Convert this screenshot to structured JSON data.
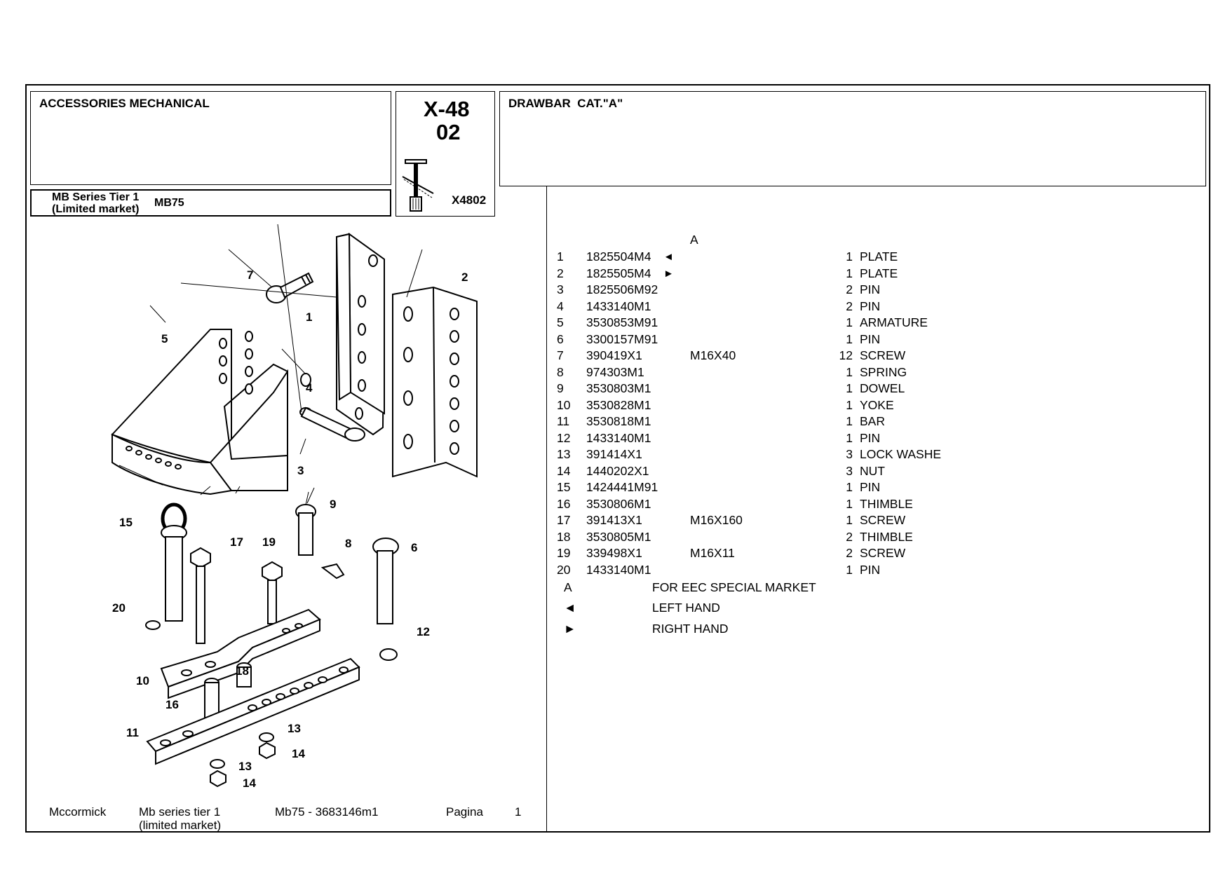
{
  "header": {
    "section_title": "ACCESSORIES MECHANICAL",
    "series_line1": "MB Series Tier 1",
    "series_line2": "(Limited market)",
    "model": "MB75",
    "code_line1": "X-48",
    "code_line2": "02",
    "figure_code": "X4802",
    "group_title": "DRAWBAR  CAT.\"A\""
  },
  "parts_list": {
    "column_marker": "A",
    "rows": [
      {
        "item": "1",
        "part": "1825504M4",
        "mark": "◄",
        "spec": "",
        "qty": "1",
        "desc": "PLATE"
      },
      {
        "item": "2",
        "part": "1825505M4",
        "mark": "►",
        "spec": "",
        "qty": "1",
        "desc": "PLATE"
      },
      {
        "item": "3",
        "part": "1825506M92",
        "mark": "",
        "spec": "",
        "qty": "2",
        "desc": "PIN"
      },
      {
        "item": "4",
        "part": "1433140M1",
        "mark": "",
        "spec": "",
        "qty": "2",
        "desc": "PIN"
      },
      {
        "item": "5",
        "part": "3530853M91",
        "mark": "",
        "spec": "",
        "qty": "1",
        "desc": "ARMATURE"
      },
      {
        "item": "6",
        "part": "3300157M91",
        "mark": "",
        "spec": "",
        "qty": "1",
        "desc": "PIN"
      },
      {
        "item": "7",
        "part": "390419X1",
        "mark": "",
        "spec": "M16X40",
        "qty": "12",
        "desc": "SCREW"
      },
      {
        "item": "8",
        "part": "974303M1",
        "mark": "",
        "spec": "",
        "qty": "1",
        "desc": "SPRING"
      },
      {
        "item": "9",
        "part": "3530803M1",
        "mark": "",
        "spec": "",
        "qty": "1",
        "desc": "DOWEL"
      },
      {
        "item": "10",
        "part": "3530828M1",
        "mark": "",
        "spec": "",
        "qty": "1",
        "desc": "YOKE"
      },
      {
        "item": "11",
        "part": "3530818M1",
        "mark": "",
        "spec": "",
        "qty": "1",
        "desc": "BAR"
      },
      {
        "item": "12",
        "part": "1433140M1",
        "mark": "",
        "spec": "",
        "qty": "1",
        "desc": "PIN"
      },
      {
        "item": "13",
        "part": "391414X1",
        "mark": "",
        "spec": "",
        "qty": "3",
        "desc": "LOCK WASHE"
      },
      {
        "item": "14",
        "part": "1440202X1",
        "mark": "",
        "spec": "",
        "qty": "3",
        "desc": "NUT"
      },
      {
        "item": "15",
        "part": "1424441M91",
        "mark": "",
        "spec": "",
        "qty": "1",
        "desc": "PIN"
      },
      {
        "item": "16",
        "part": "3530806M1",
        "mark": "",
        "spec": "",
        "qty": "1",
        "desc": "THIMBLE"
      },
      {
        "item": "17",
        "part": "391413X1",
        "mark": "",
        "spec": "M16X160",
        "qty": "1",
        "desc": "SCREW"
      },
      {
        "item": "18",
        "part": "3530805M1",
        "mark": "",
        "spec": "",
        "qty": "2",
        "desc": "THIMBLE"
      },
      {
        "item": "19",
        "part": "339498X1",
        "mark": "",
        "spec": "M16X11",
        "qty": "2",
        "desc": "SCREW"
      },
      {
        "item": "20",
        "part": "1433140M1",
        "mark": "",
        "spec": "",
        "qty": "1",
        "desc": "PIN"
      }
    ]
  },
  "legend": [
    {
      "symbol": "A",
      "text": "FOR EEC SPECIAL MARKET"
    },
    {
      "symbol": "◄",
      "text": "LEFT HAND"
    },
    {
      "symbol": "►",
      "text": "RIGHT HAND"
    }
  ],
  "footer": {
    "brand": "Mccormick",
    "series_line1": "Mb series tier 1",
    "series_line2": "(limited market)",
    "model_ref": "Mb75 - 3683146m1",
    "page_label": "Pagina",
    "page_number": "1"
  },
  "diagram": {
    "callouts": [
      "1",
      "2",
      "3",
      "4",
      "5",
      "6",
      "7",
      "8",
      "9",
      "10",
      "11",
      "12",
      "13",
      "14",
      "15",
      "16",
      "17",
      "18",
      "19",
      "20",
      "13",
      "14"
    ]
  }
}
